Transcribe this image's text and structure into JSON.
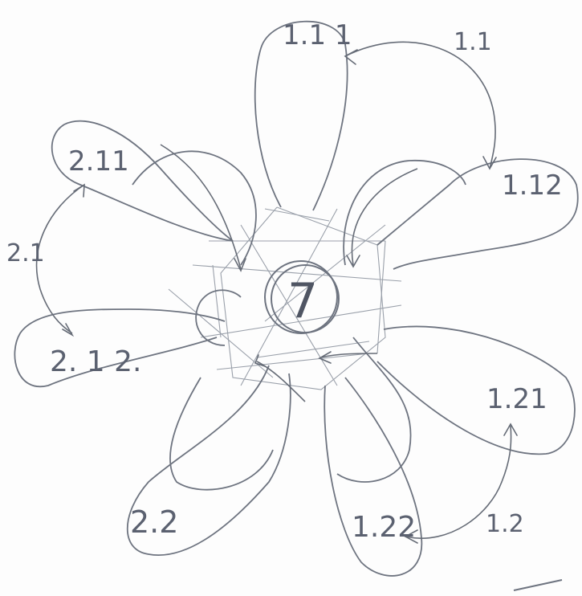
{
  "center": {
    "label": "7"
  },
  "petals": {
    "p111": "1.1 1",
    "p112": "1.12",
    "p121": "1.21",
    "p122": "1.22",
    "p22": "2.2",
    "p212": "2. 1 2.",
    "p211": "2.11"
  },
  "arc_labels": {
    "a11": "1.1",
    "a12": "1.2",
    "a21": "2.1"
  },
  "colors": {
    "ink": "#6e7480",
    "paper": "#fdfdfd"
  }
}
